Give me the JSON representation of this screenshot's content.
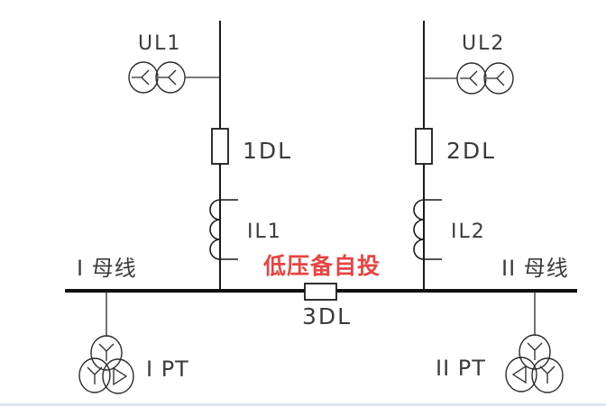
{
  "diagram": {
    "scheme_label": "低压备自投",
    "tie_breaker": "3DL",
    "feeders": [
      {
        "source": "UL1",
        "breaker": "1DL",
        "ct": "IL1",
        "bus": "I 母线",
        "pt": "I PT"
      },
      {
        "source": "UL2",
        "breaker": "2DL",
        "ct": "IL2",
        "bus": "II 母线",
        "pt": "II PT"
      }
    ],
    "colors": {
      "line": "#1a1a1a",
      "label": "#3b3b3b",
      "scheme_label": "#e64543",
      "background": "#ffffff"
    },
    "symbols": {
      "voltage-transformer-icon": "two overlapping circles with wye winding marks",
      "circuit-breaker-icon": "hollow rectangle on line",
      "current-transformer-icon": "three arc coil with top and bottom taps",
      "potential-transformer-icon": "three overlapping circles, wye/wye/delta windings",
      "busbar-icon": "thick horizontal line"
    }
  }
}
